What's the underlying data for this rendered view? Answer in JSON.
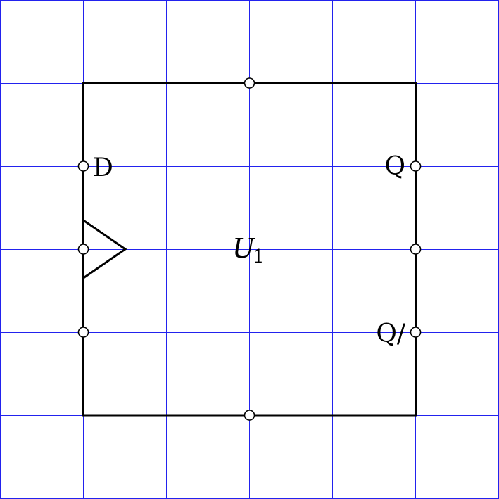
{
  "component": {
    "name": "U",
    "name_subscript": "1"
  },
  "pins": {
    "d_label": "D",
    "q_label": "Q",
    "q_bar_label": "Q/"
  },
  "colors": {
    "grid": "#2222ee",
    "outline": "#000000",
    "pin_fill": "#ffffff",
    "background": "#ffffff"
  }
}
